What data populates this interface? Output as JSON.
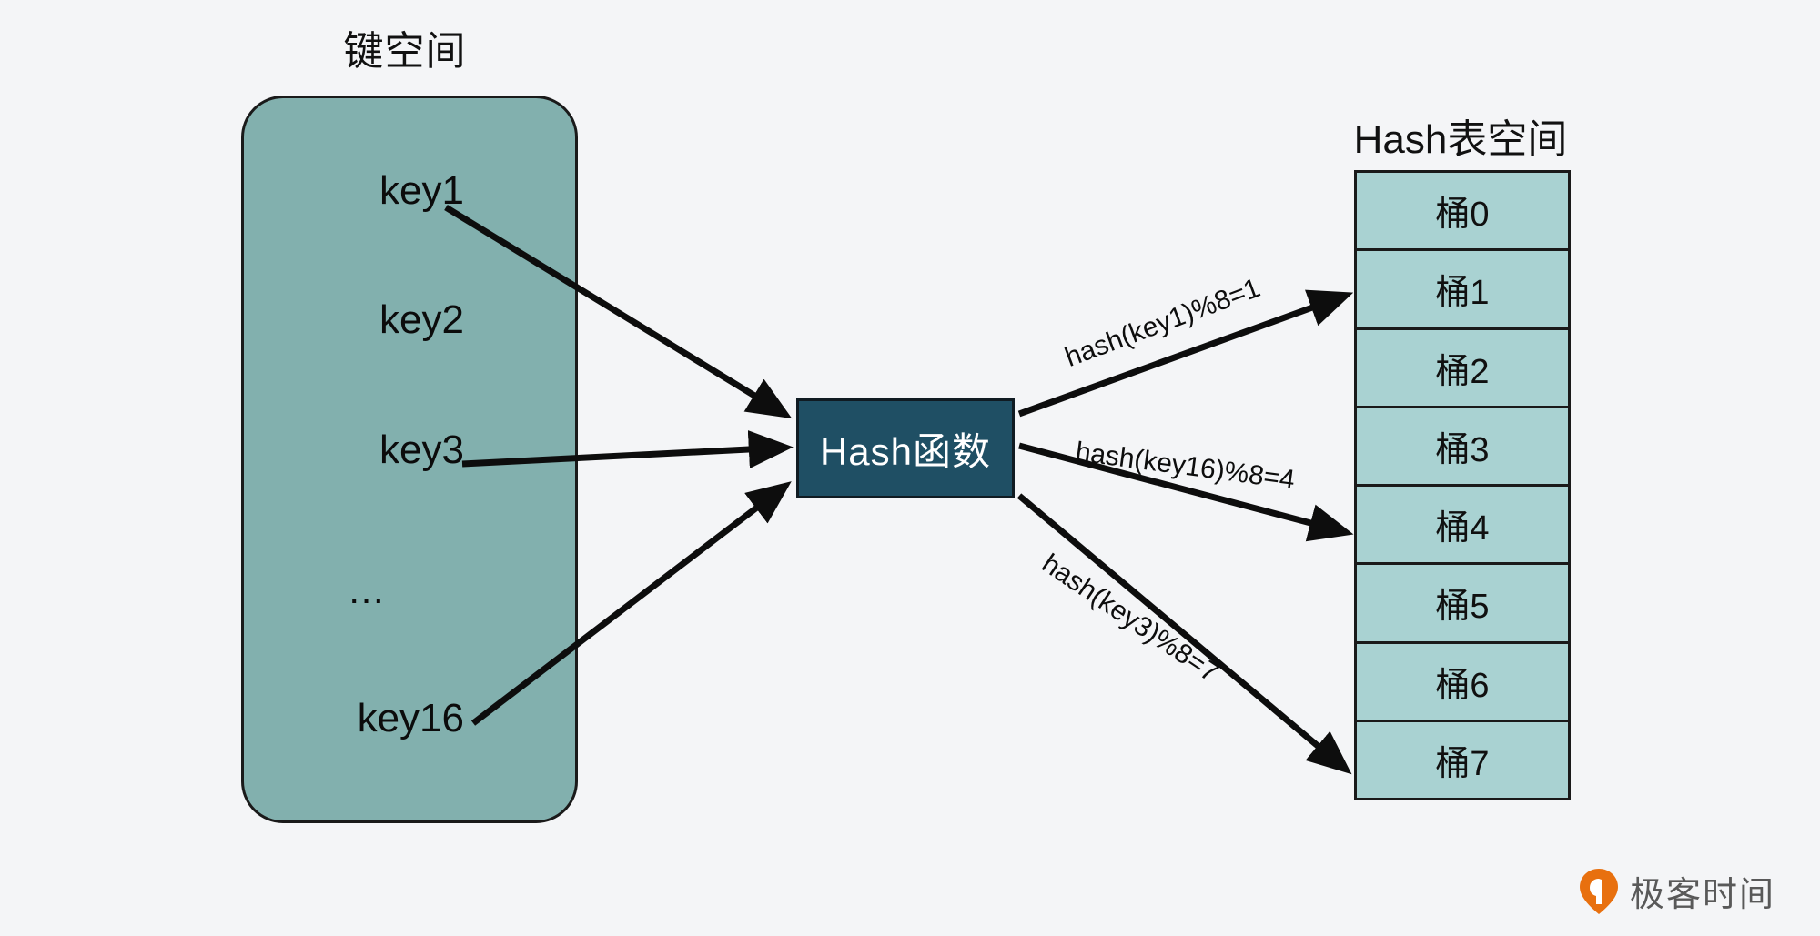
{
  "diagram": {
    "background_color": "#f4f5f7",
    "keyspace": {
      "title": "键空间",
      "fill_color": "#82b0ae",
      "keys": [
        "key1",
        "key2",
        "key3",
        "…",
        "key16"
      ]
    },
    "hash_function": {
      "label": "Hash函数",
      "fill_color": "#1f4f64",
      "text_color": "#ffffff"
    },
    "hashtable": {
      "title": "Hash表空间",
      "fill_color": "#a9d2d2",
      "buckets": [
        "桶0",
        "桶1",
        "桶2",
        "桶3",
        "桶4",
        "桶5",
        "桶6",
        "桶7"
      ]
    },
    "mappings": [
      {
        "label": "hash(key1)%8=1",
        "from": "key1",
        "to": "桶1"
      },
      {
        "label": "hash(key16)%8=4",
        "from": "key16",
        "to": "桶4"
      },
      {
        "label": "hash(key3)%8=7",
        "from": "key3",
        "to": "桶7"
      }
    ],
    "watermark": {
      "text": "极客时间",
      "icon": "location-pin-icon",
      "icon_color": "#e8700f",
      "text_color": "#595959"
    }
  }
}
